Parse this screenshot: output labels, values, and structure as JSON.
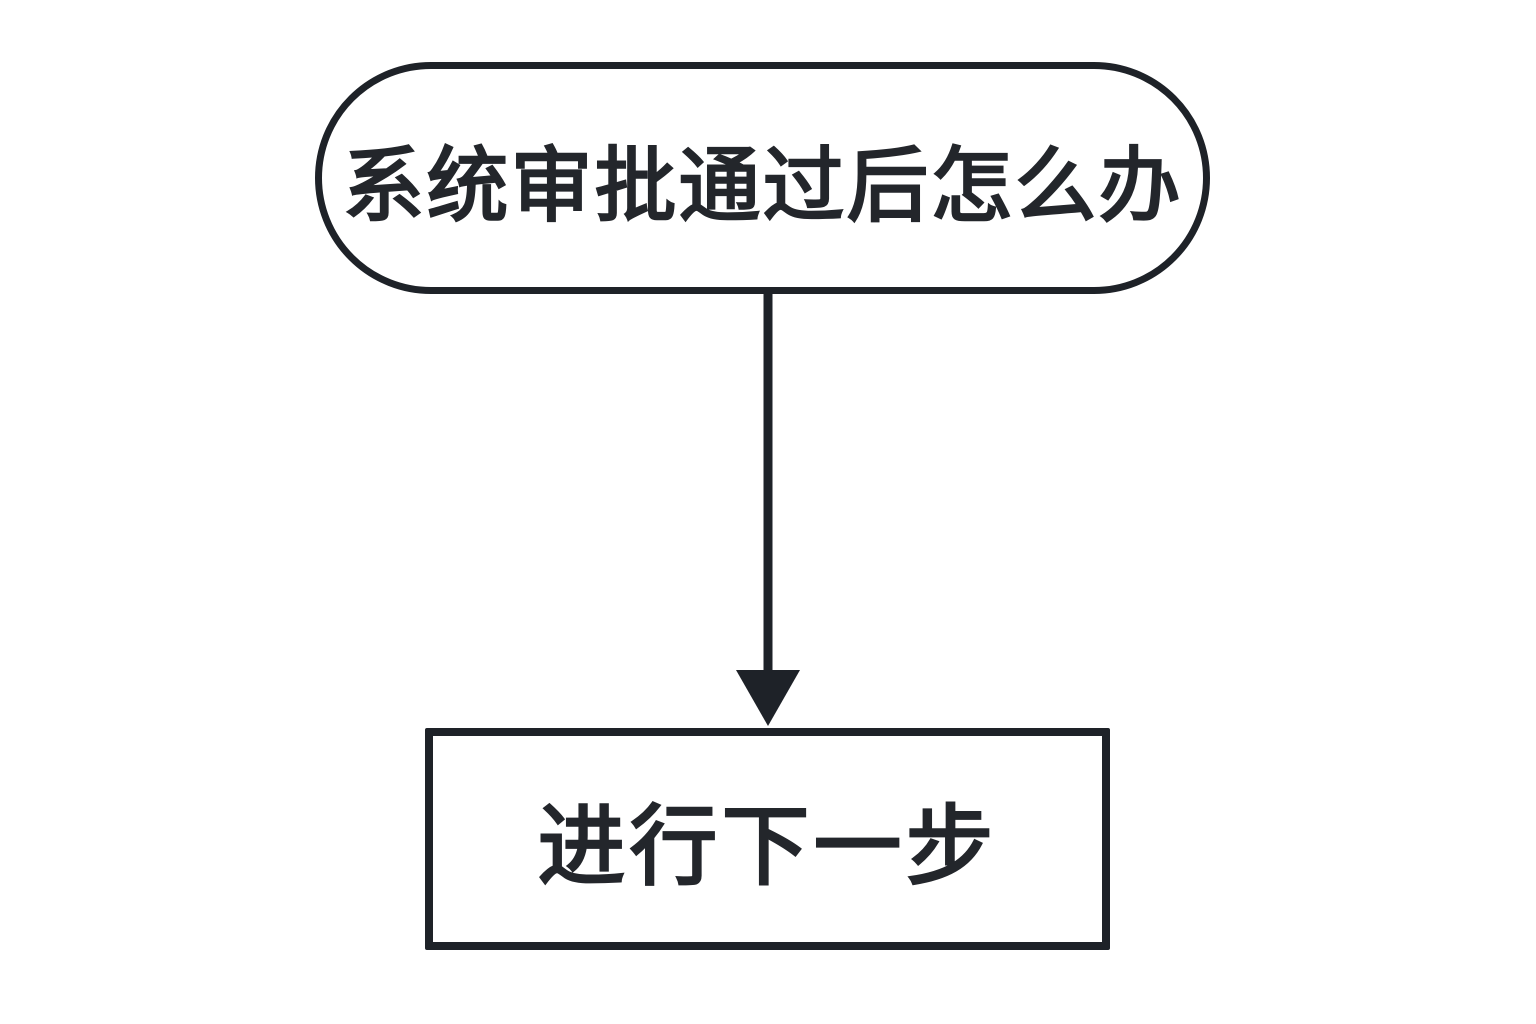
{
  "diagram": {
    "title": "approval-flowchart",
    "nodes": [
      {
        "id": "start",
        "shape": "stadium",
        "label": "系统审批通过后怎么办"
      },
      {
        "id": "next-step",
        "shape": "rectangle",
        "label": "进行下一步"
      }
    ],
    "edges": [
      {
        "from": "start",
        "to": "next-step",
        "type": "arrow-down"
      }
    ],
    "colors": {
      "stroke": "#1e2228",
      "text": "#23262b",
      "background": "#ffffff"
    }
  }
}
